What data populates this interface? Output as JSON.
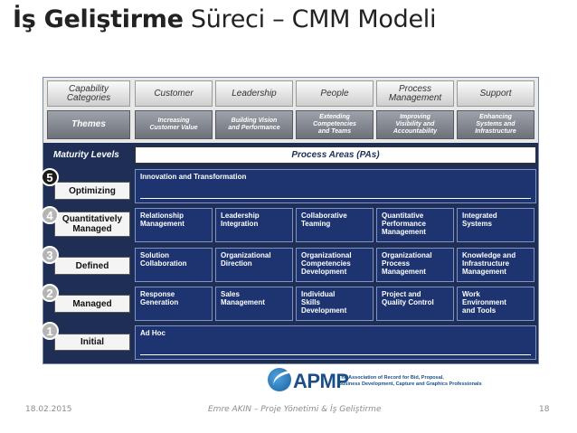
{
  "title": {
    "bold": "İş Geliştirme",
    "rest": " Süreci – CMM Modeli"
  },
  "header": {
    "capability_label": "Capability\nCategories",
    "capabilities": [
      "Customer",
      "Leadership",
      "People",
      "Process\nManagement",
      "Support"
    ],
    "themes_label": "Themes",
    "themes": [
      "Increasing\nCustomer Value",
      "Building Vision\nand Performance",
      "Extending\nCompetencies\nand Teams",
      "Improving\nVisibility and\nAccountability",
      "Enhancing\nSystems and\nInfrastructure"
    ]
  },
  "maturity_levels_label": "Maturity Levels",
  "process_areas_label": "Process Areas (PAs)",
  "levels": [
    {
      "num": "5",
      "name": "Optimizing",
      "areas": [
        "Innovation and Transformation"
      ]
    },
    {
      "num": "4",
      "name": "Quantitatively\nManaged",
      "areas": [
        "Relationship\nManagement",
        "Leadership\nIntegration",
        "Collaborative\nTeaming",
        "Quantitative\nPerformance\nManagement",
        "Integrated\nSystems"
      ]
    },
    {
      "num": "3",
      "name": "Defined",
      "areas": [
        "Solution\nCollaboration",
        "Organizational\nDirection",
        "Organizational\nCompetencies\nDevelopment",
        "Organizational\nProcess\nManagement",
        "Knowledge and\nInfrastructure\nManagement"
      ]
    },
    {
      "num": "2",
      "name": "Managed",
      "areas": [
        "Response\nGeneration",
        "Sales\nManagement",
        "Individual\nSkills\nDevelopment",
        "Project and\nQuality Control",
        "Work\nEnvironment\nand Tools"
      ]
    },
    {
      "num": "1",
      "name": "Initial",
      "areas": [
        "Ad Hoc"
      ]
    }
  ],
  "logo": {
    "name": "APMP",
    "tagline": "The Association of Record for Bid, Proposal,\nBusiness Development, Capture and Graphics Professionals"
  },
  "footer": {
    "date": "18.02.2015",
    "author": "Emre AKIN – Proje Yönetimi & İş Geliştirme",
    "page": "18"
  },
  "colors": {
    "panel": "#1e2e54",
    "cell": "#1e3470",
    "cell_border": "#7f94c4"
  }
}
